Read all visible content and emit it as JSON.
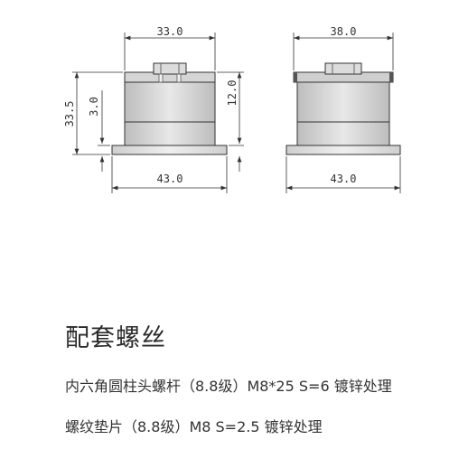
{
  "drawing": {
    "left_view": {
      "dims": {
        "top_width": "33.0",
        "base_width": "43.0",
        "total_height": "33.5",
        "base_height": "3.0",
        "upper_height": "12.0"
      }
    },
    "right_view": {
      "dims": {
        "top_width": "38.0",
        "base_width": "43.0"
      }
    }
  },
  "section": {
    "title": "配套螺丝",
    "specs": [
      "内六角圆柱头螺杆（8.8级）M8*25 S=6 镀锌处理",
      "螺纹垫片（8.8级）M8 S=2.5 镀锌处理"
    ]
  },
  "colors": {
    "line": "#333333",
    "body_light": "#e6e6e6",
    "body_mid": "#cfcfcf",
    "body_dark": "#b8b8b8"
  }
}
